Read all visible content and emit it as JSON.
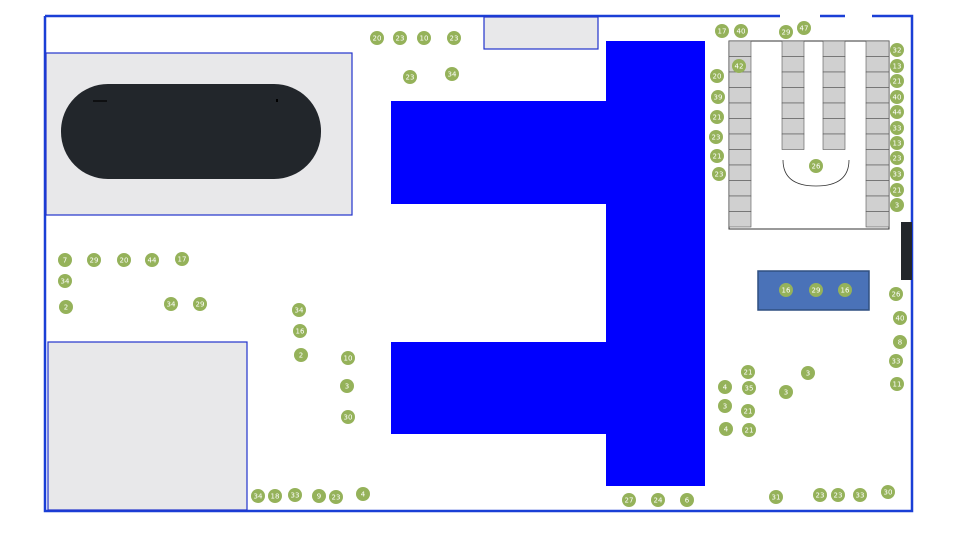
{
  "colors": {
    "wall": "#1a3fd6",
    "water": "#0000ff",
    "zone_fill": "#e8e8ea",
    "zone_edge": "#2233cc",
    "dark": "#22262b",
    "locker": "#d0d0d0",
    "bench": "#4a72b8",
    "bubble": "#95b25a",
    "label": "#ffffff"
  },
  "spots": [
    {
      "label": "20"
    },
    {
      "label": "23"
    },
    {
      "label": "10"
    },
    {
      "label": "23"
    },
    {
      "label": "23"
    },
    {
      "label": "34"
    },
    {
      "label": "17"
    },
    {
      "label": "40"
    },
    {
      "label": "29"
    },
    {
      "label": "47"
    },
    {
      "label": "20"
    },
    {
      "label": "42"
    },
    {
      "label": "39"
    },
    {
      "label": "21"
    },
    {
      "label": "23"
    },
    {
      "label": "21"
    },
    {
      "label": "23"
    },
    {
      "label": "32"
    },
    {
      "label": "13"
    },
    {
      "label": "21"
    },
    {
      "label": "40"
    },
    {
      "label": "44"
    },
    {
      "label": "33"
    },
    {
      "label": "13"
    },
    {
      "label": "23"
    },
    {
      "label": "33"
    },
    {
      "label": "21"
    },
    {
      "label": "3"
    },
    {
      "label": "26"
    },
    {
      "label": "7"
    },
    {
      "label": "29"
    },
    {
      "label": "20"
    },
    {
      "label": "44"
    },
    {
      "label": "17"
    },
    {
      "label": "34"
    },
    {
      "label": "2"
    },
    {
      "label": "34"
    },
    {
      "label": "29"
    },
    {
      "label": "34"
    },
    {
      "label": "16"
    },
    {
      "label": "2"
    },
    {
      "label": "10"
    },
    {
      "label": "3"
    },
    {
      "label": "30"
    },
    {
      "label": "16"
    },
    {
      "label": "29"
    },
    {
      "label": "16"
    },
    {
      "label": "26"
    },
    {
      "label": "40"
    },
    {
      "label": "8"
    },
    {
      "label": "33"
    },
    {
      "label": "11"
    },
    {
      "label": "21"
    },
    {
      "label": "4"
    },
    {
      "label": "35"
    },
    {
      "label": "3"
    },
    {
      "label": "3"
    },
    {
      "label": "21"
    },
    {
      "label": "3"
    },
    {
      "label": "4"
    },
    {
      "label": "21"
    },
    {
      "label": "34"
    },
    {
      "label": "18"
    },
    {
      "label": "33"
    },
    {
      "label": "9"
    },
    {
      "label": "23"
    },
    {
      "label": "4"
    },
    {
      "label": "27"
    },
    {
      "label": "24"
    },
    {
      "label": "6"
    },
    {
      "label": "31"
    },
    {
      "label": "23"
    },
    {
      "label": "23"
    },
    {
      "label": "33"
    },
    {
      "label": "30"
    }
  ]
}
